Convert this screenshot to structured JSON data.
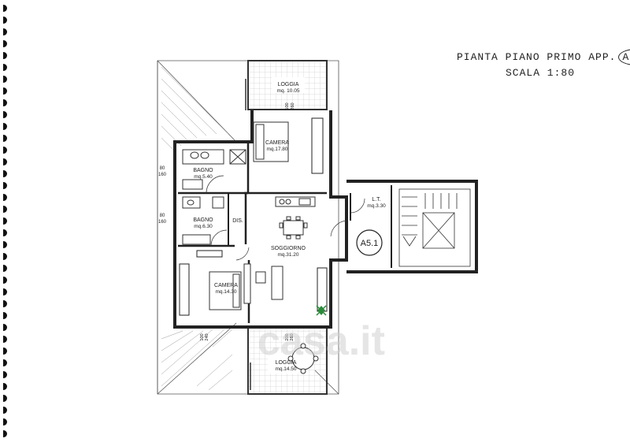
{
  "plan": {
    "title": "PIANTA PIANO PRIMO APP.",
    "code": "A5.1",
    "scale": "SCALA 1:80"
  },
  "rooms": {
    "loggia_top": {
      "name": "LOGGIA",
      "area": "mq. 10.05"
    },
    "camera_top": {
      "name": "CAMERA",
      "area": "mq.17.80"
    },
    "bagno_1": {
      "name": "BAGNO",
      "area": "mq.5.40"
    },
    "bagno_2": {
      "name": "BAGNO",
      "area": "mq.6.30"
    },
    "dis": {
      "name": "DIS."
    },
    "lt": {
      "name": "L.T.",
      "area": "mq.3.30"
    },
    "soggiorno": {
      "name": "SOGGIORNO",
      "area": "mq.31.20"
    },
    "camera_bottom": {
      "name": "CAMERA",
      "area": "mq.14.30"
    },
    "loggia_bottom": {
      "name": "LOGGIA",
      "area": "mq.14.50"
    }
  },
  "stair_code": "A5.1",
  "dims": {
    "win_a_top": "80",
    "win_a_bot": "160",
    "win_b_top": "80",
    "win_b_bot": "160",
    "loggia_t_a": "100",
    "loggia_t_b": "260",
    "cam_a": "100",
    "cam_b": "240",
    "sog_a": "200",
    "sog_b": "260"
  },
  "watermark": "casa.it"
}
